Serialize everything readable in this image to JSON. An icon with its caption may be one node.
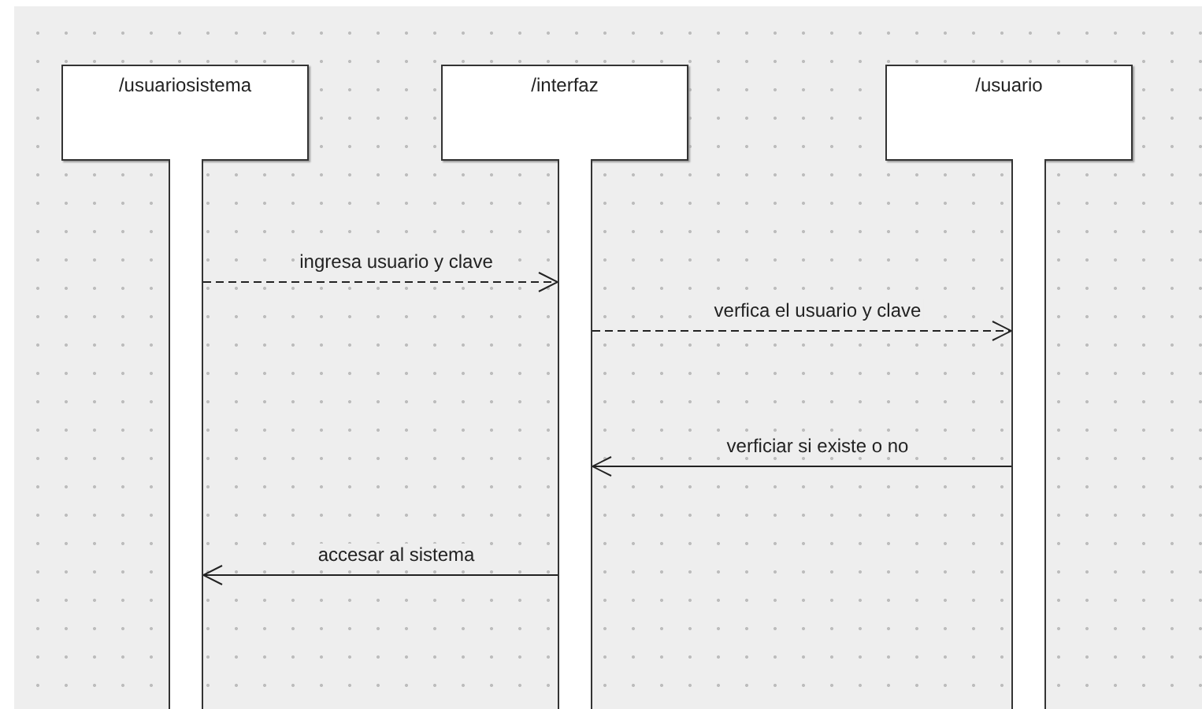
{
  "diagram": {
    "nodes": [
      {
        "text": [
          "/usuariosistema"
        ]
      },
      {
        "text": [
          "/interfaz"
        ]
      },
      {
        "text": [
          "/usuario"
        ]
      },
      {
        "text": [],
        "shape": "bar"
      },
      {
        "text": [],
        "shape": "bar"
      },
      {
        "text": [],
        "shape": "bar"
      }
    ],
    "edges": [
      {
        "from": 3,
        "to": 4,
        "arrow": "to",
        "label": "ingresa usuario y clave",
        "style": "dashed"
      },
      {
        "from": 4,
        "to": 5,
        "arrow": "to",
        "label": "verfica el usuario y clave",
        "style": "dashed"
      },
      {
        "from": 5,
        "to": 4,
        "arrow": "to",
        "label": "verficiar si existe o no"
      },
      {
        "from": 4,
        "to": 3,
        "arrow": "to",
        "label": "accesar al sistema"
      }
    ]
  }
}
